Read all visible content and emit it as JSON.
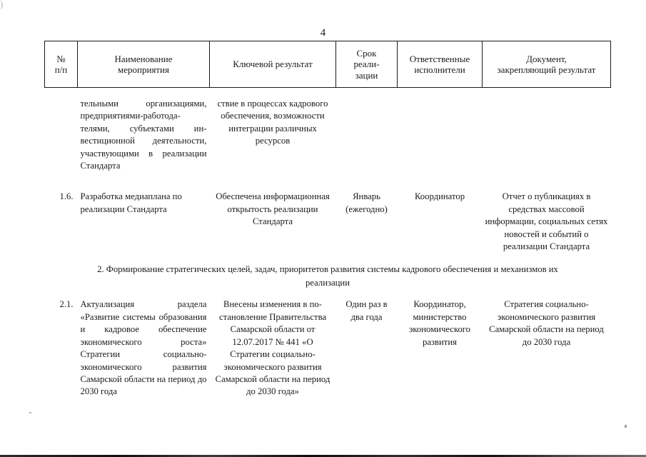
{
  "page": {
    "number": "4"
  },
  "table": {
    "headers": [
      {
        "line1": "№",
        "line2": "п/п"
      },
      {
        "line1": "Наименование",
        "line2": "мероприятия"
      },
      {
        "line1": "Ключевой результат",
        "line2": ""
      },
      {
        "line1": "Срок",
        "line2": "реали-",
        "line3": "зации"
      },
      {
        "line1": "Ответственные",
        "line2": "исполнители"
      },
      {
        "line1": "Документ,",
        "line2": "закрепляющий результат"
      }
    ],
    "rows": [
      {
        "kind": "continuation",
        "num": "",
        "measure": "тельными организациями, предприятиями-работода­телями, субъектами ин­вестиционной деятель­ности, участвующими в реализации Стандарта",
        "result": "ствие в процессах кадро­вого обеспечения, воз­можности интеграции различных ресурсов",
        "deadline": "",
        "executors": "",
        "document": ""
      },
      {
        "kind": "item",
        "num": "1.6.",
        "measure": "Разработка медиаплана по реализации Стандарта",
        "result": "Обеспечена информаци­онная открытость реали­зации Стандарта",
        "deadline": "Январь (ежегодно)",
        "executors": "Координатор",
        "document": "Отчет о публикациях в средствах массовой информации, социальных сетях новостей и событий о реализации Стандарта"
      },
      {
        "kind": "section",
        "heading": "2. Формирование стратегических целей, задач, приоритетов развития системы кадрового обеспечения и механизмов их реализации"
      },
      {
        "kind": "item",
        "num": "2.1.",
        "measure": "Актуализация раздела «Развитие системы обра­зования и кадровое обеспечение экономиче­ского роста» Стратегии социально-экономическо­го развития Самарской области на период до 2030 года",
        "result": "Внесены изменения в по­становление Правитель­ства Самарской области от 12.07.2017 № 441 «О Стратегии социально-экономического развития Самарской области на период до 2030 года»",
        "deadline": "Один раз в два года",
        "executors": "Координатор, министерство экономическо­го развития",
        "document": "Стратегия социально-экономического развития Самарской области на период до 2030 года"
      }
    ]
  }
}
